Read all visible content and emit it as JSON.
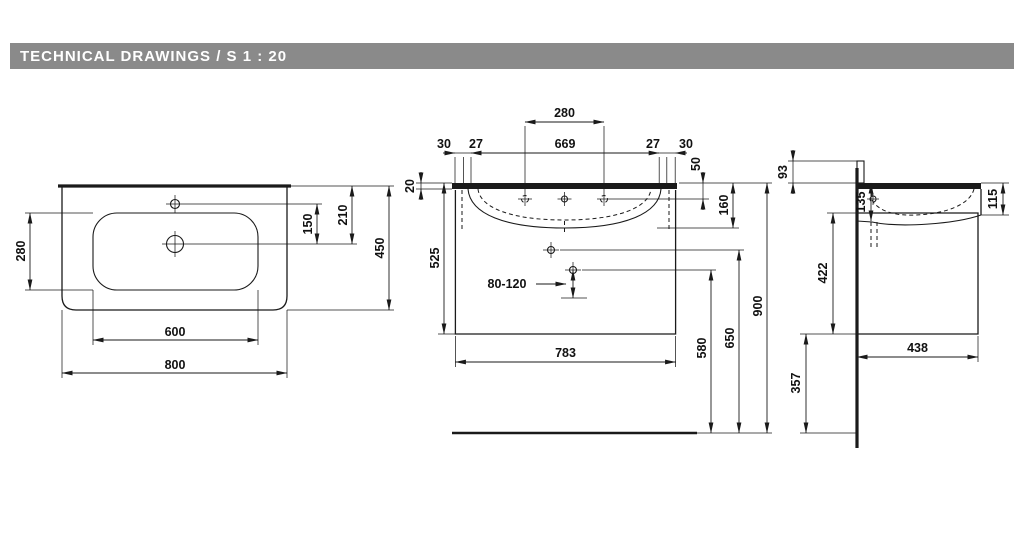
{
  "header": {
    "title": "TECHNICAL DRAWINGS / S 1 : 20"
  },
  "colors": {
    "header_bar": "#8A8A8A",
    "line_color": "#1A1A1A",
    "background": "#FFFFFF"
  },
  "drawing": {
    "top_view": {
      "width": "800",
      "inner_width": "600",
      "depth": "450",
      "drain_from_back": "210",
      "faucet_to_drain": "150",
      "bowl_depth": "280"
    },
    "front_view": {
      "tap_hole_spacing": "280",
      "edge_left": "30",
      "gap_left": "27",
      "inner_width": "669",
      "gap_right": "27",
      "edge_right": "30",
      "rim_thickness": "20",
      "tap_hole_offset": "50",
      "basin_height": "160",
      "unit_height": "525",
      "drain_range": "80-120",
      "cabinet_width": "783",
      "outlet_height": "580",
      "supply_height": "650",
      "total_height": "900"
    },
    "side_view": {
      "bracket_height": "93",
      "back_height": "135",
      "front_height": "115",
      "cabinet_height": "422",
      "cabinet_depth": "438",
      "floor_clearance": "357"
    }
  }
}
